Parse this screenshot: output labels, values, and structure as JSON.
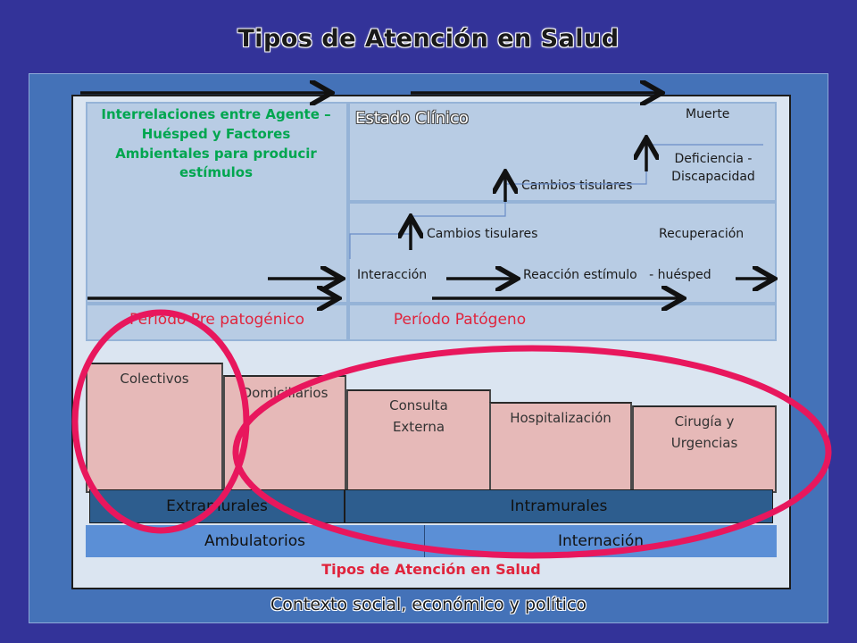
{
  "title": "Tipos de Atención en Salud",
  "diagram": {
    "interrelaciones": "Interrelaciones entre Agente – Huésped y Factores Ambientales para producir estímulos",
    "estado_clinico": "Estado Clínico",
    "muerte": "Muerte",
    "deficiencia": "Deficiencia -\nDiscapacidad",
    "cambios_tisulares_top": "Cambios tisulares",
    "cambios_tisulares_mid": "Cambios tisulares",
    "recuperacion": "Recuperación",
    "interaccion": "Interacción",
    "reaccion": "Reacción estímulo   - huésped",
    "periodo_pre": "Período Pre patogénico",
    "periodo_pat": "Período Patógeno",
    "services": [
      "Colectivos",
      "Domiciliarios",
      "Consulta\nExterna",
      "Hospitalización",
      "Cirugía y\nUrgencias"
    ],
    "extramurales": "Extramurales",
    "intramurales": "Intramurales",
    "ambulatorios": "Ambulatorios",
    "internacion": "Internación",
    "tipos_footer": "Tipos de Atención en Salud",
    "contexto": "Contexto social, económico y político"
  },
  "colors": {
    "background": "#333399",
    "outer_panel": "#4472b8",
    "green_text": "#00a64f",
    "red_text": "#e0243c",
    "ellipse": "#e8175d",
    "pink_box": "#e6b9b8"
  }
}
